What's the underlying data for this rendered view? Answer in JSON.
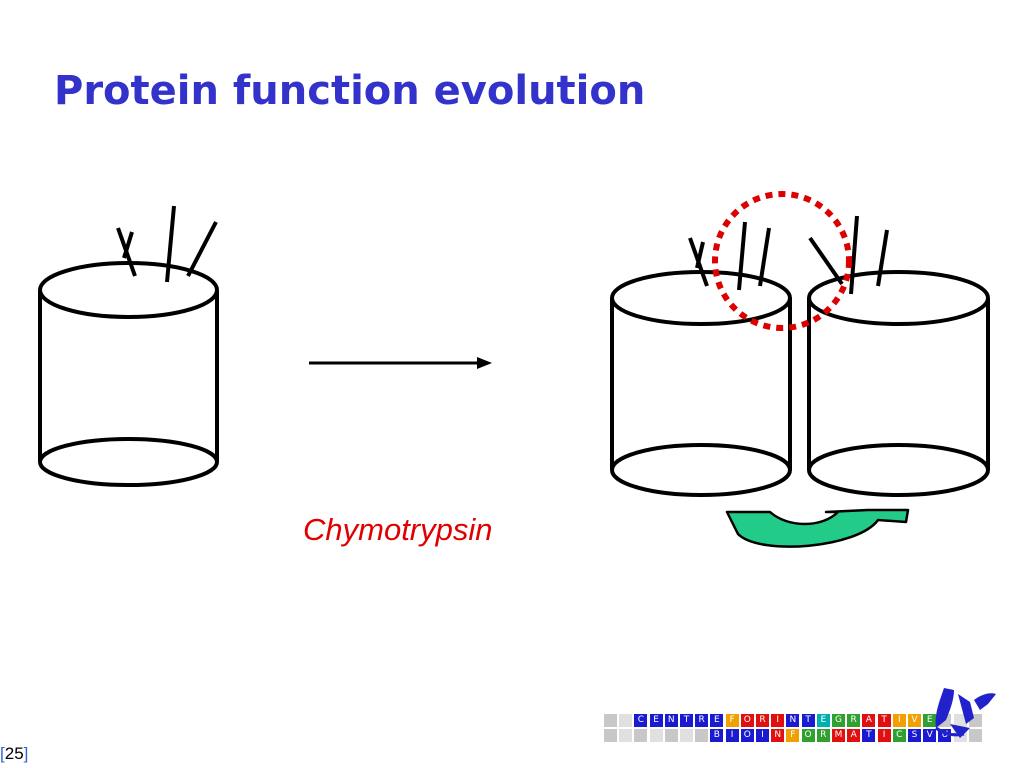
{
  "slide": {
    "title": "Protein function evolution",
    "caption": "Chymotrypsin",
    "page_number": "25",
    "page_open_bracket": "[",
    "page_close_bracket": "]"
  },
  "logo": {
    "row1": [
      "C",
      "E",
      "N",
      "T",
      "R",
      "E",
      "F",
      "O",
      "R",
      "I",
      "N",
      "T",
      "E",
      "G",
      "R",
      "A",
      "T",
      "I",
      "V",
      "E"
    ],
    "row2": [
      "B",
      "I",
      "O",
      "I",
      "N",
      "F",
      "O",
      "R",
      "M",
      "A",
      "T",
      "I",
      "C",
      "S",
      "V",
      "U"
    ],
    "row1_colors": [
      "#1a1ad0",
      "#1a1ad0",
      "#1a1ad0",
      "#1a1ad0",
      "#1a1ad0",
      "#1a1ad0",
      "#f0a000",
      "#e01010",
      "#e01010",
      "#e01010",
      "#1a1ad0",
      "#1a1ad0",
      "#00b0b0",
      "#30a030",
      "#30a030",
      "#e01010",
      "#e01010",
      "#f0a000",
      "#f0a000",
      "#30a030"
    ],
    "row2_colors": [
      "#1a1ad0",
      "#1a1ad0",
      "#1a1ad0",
      "#1a1ad0",
      "#e01010",
      "#f0a000",
      "#30a030",
      "#30a030",
      "#e01010",
      "#e01010",
      "#1a1ad0",
      "#e01010",
      "#30a030",
      "#1a1ad0",
      "#1a1ad0",
      "#1a1ad0"
    ]
  },
  "colors": {
    "title": "#3333cc",
    "caption": "#e00000",
    "highlight_ring": "#dd0000",
    "rotation_arrow": "#22cc88"
  }
}
